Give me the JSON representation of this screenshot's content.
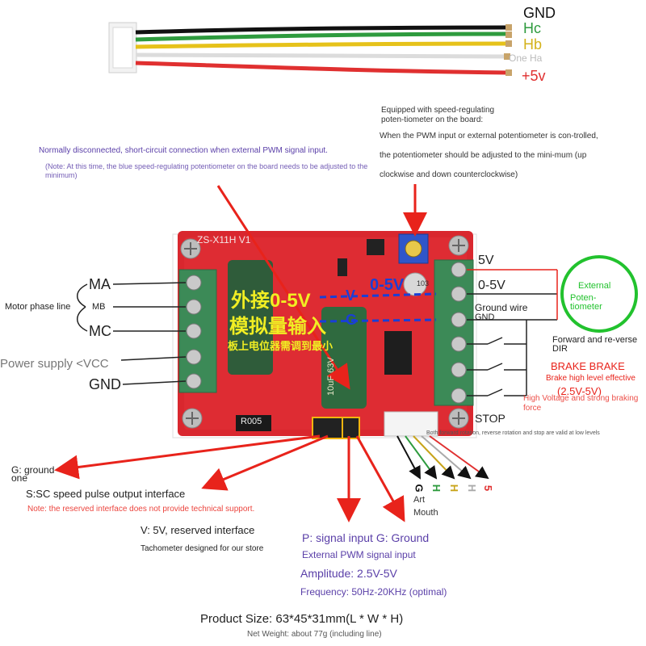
{
  "connector_top": {
    "wires": [
      {
        "label": "GND",
        "color": "#111111"
      },
      {
        "label": "Hc",
        "color": "#2e9b3e"
      },
      {
        "label": "Hb",
        "color": "#e6c21a"
      },
      {
        "label": "One Ha",
        "color": "#cfcfcf"
      },
      {
        "label": "+5v",
        "color": "#e03030"
      }
    ]
  },
  "annotations": {
    "pwm_note_title": "Normally disconnected, short-circuit connection when external PWM signal input.",
    "pwm_note_body": "(Note: At this time, the blue speed-regulating potentiometer on the board needs to be adjusted to the minimum)",
    "pot_title": "Equipped with speed-regulating poten-tiometer on the board:",
    "pot_body": "When the PWM input or external potentiometer is con-trolled, the potentiometer should be adjusted to the mini-mum (up clockwise and down counterclockwise)"
  },
  "board": {
    "model": "ZS-X11H V1",
    "cn_line1": "外接0-5V",
    "cn_line2": "模拟量输入",
    "cn_line3": "板上电位器需调到最小",
    "v_mark": "V",
    "g_mark": "G",
    "voltage_overlay": "0-5V",
    "cap_text": "10uF 63V",
    "resistor": "R005",
    "pot_value": "103"
  },
  "left_labels": {
    "ma": "MA",
    "motor_phase_line": "Motor phase line",
    "mb": "MB",
    "mc": "MC",
    "power_supply": "Power supply <VCC",
    "gnd": "GND"
  },
  "right_labels": {
    "v5": "5V",
    "v05": "0-5V",
    "ground_wire": "Ground wire",
    "gnd": "GND",
    "external": "External",
    "potentiometer": "Poten-tiometer",
    "dir": "Forward and re-verse DIR",
    "brake": "BRAKE BRAKE",
    "brake_level": "Brake high level effective",
    "brake_voltage": "(2.5V-5V)",
    "brake_strong": "High Voltage and strong braking force",
    "stop": "STOP",
    "stop_note": "Both forward rotation, reverse rotation and stop are valid at low levels"
  },
  "bottom_pins": {
    "letters": [
      "G",
      "H",
      "H",
      "H",
      "5"
    ],
    "art": "Art",
    "mouth": "Mouth"
  },
  "bottom_labels": {
    "g_ground": "G: ground one",
    "sc": "S:SC speed pulse output interface",
    "sc_note": "Note: the reserved interface does not provide technical support.",
    "v5": "V: 5V, reserved interface",
    "tacho": "Tachometer designed for our store",
    "p_signal": "P: signal input G: Ground",
    "ext_pwm": "External PWM signal input",
    "amplitude": "Amplitude: 2.5V-5V",
    "frequency": "Frequency: 50Hz-20KHz (optimal)",
    "product_size": "Product Size: 63*45*31mm(L * W * H)",
    "net_weight": "Net Weight: about 77g (including line)"
  }
}
